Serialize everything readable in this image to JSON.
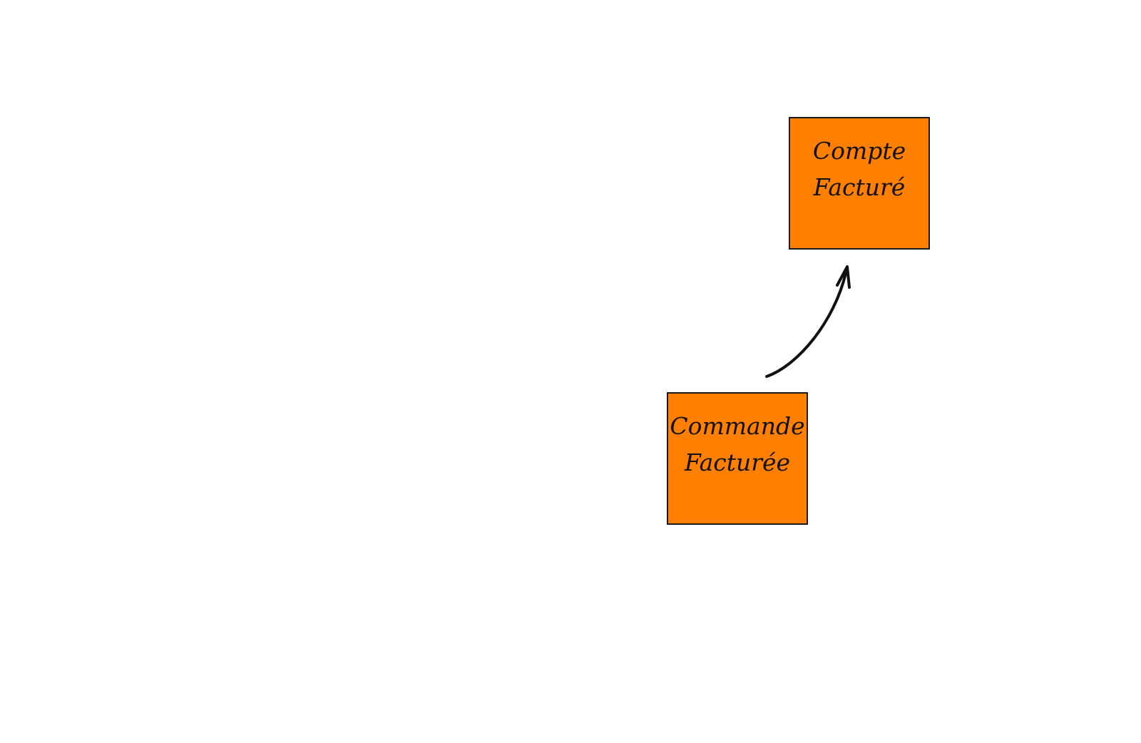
{
  "colors": {
    "background": "#ffffff",
    "sticky_fill": "#ff7f00",
    "border": "#1a1a1a",
    "arrow": "#111111"
  },
  "nodes": [
    {
      "id": "compte-facture",
      "lines": [
        "Compte",
        "Facturé"
      ]
    },
    {
      "id": "commande-facturee",
      "lines": [
        "Commande",
        "Facturée"
      ]
    }
  ],
  "edges": [
    {
      "from": "commande-facturee",
      "to": "compte-facture",
      "style": "curved-arrow"
    }
  ]
}
